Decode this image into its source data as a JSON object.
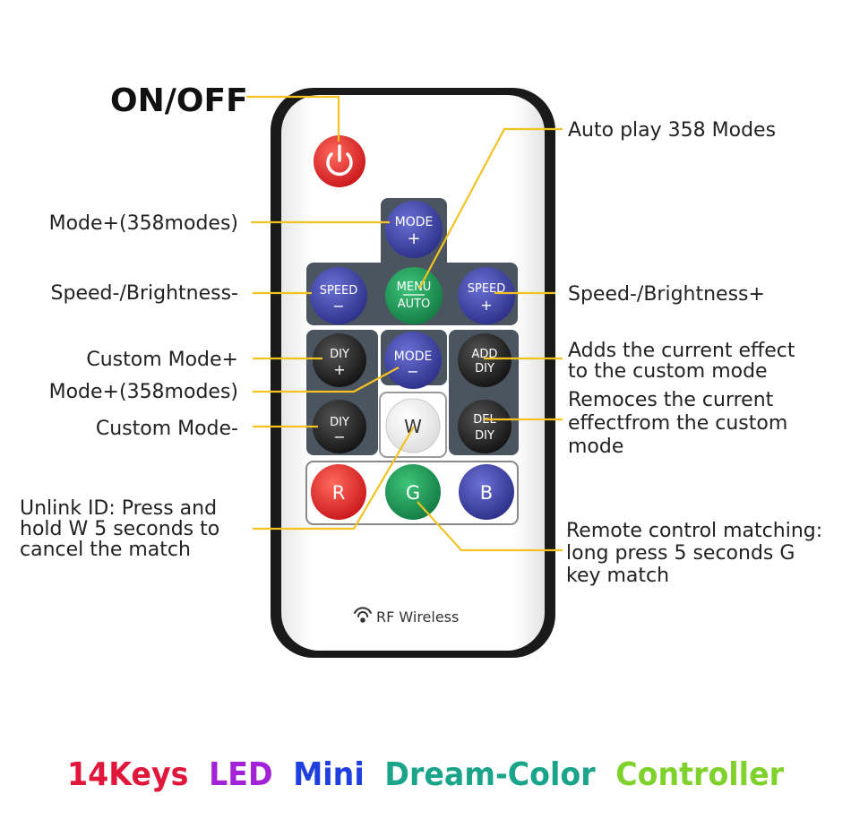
{
  "power_label": "ON/OFF",
  "annotations": {
    "mode_plus": "Mode+(358modes)",
    "speed_minus": "Speed-/Brightness-",
    "custom_mode_plus": "Custom Mode+",
    "mode_minus": "Mode+(358modes)",
    "custom_mode_minus": "Custom Mode-",
    "unlink_1": "Unlink ID: Press and",
    "unlink_2": "hold W 5 seconds to",
    "unlink_3": "cancel the match",
    "auto_play": "Auto play 358 Modes",
    "speed_plus": "Speed-/Brightness+",
    "add_1": "Adds the current effect",
    "add_2": "to the custom mode",
    "remove_1": "Remoces the current",
    "remove_2": "effectfrom the custom",
    "remove_3": "mode",
    "match_1": "Remote control matching:",
    "match_2": "long press 5 seconds G",
    "match_3": "key match"
  },
  "keys": {
    "mode_plus_top": "MODE",
    "mode_plus_bottom": "+",
    "speed_minus_top": "SPEED",
    "speed_minus_bottom": "−",
    "menu_top": "MENU",
    "menu_bottom": "AUTO",
    "speed_plus_top": "SPEED",
    "speed_plus_bottom": "+",
    "diy_plus_top": "DIY",
    "diy_plus_bottom": "+",
    "mode_minus_top": "MODE",
    "mode_minus_bottom": "−",
    "add_top": "ADD",
    "add_bottom": "DIY",
    "diy_minus_top": "DIY",
    "diy_minus_bottom": "−",
    "w": "W",
    "del_top": "DEL",
    "del_bottom": "DIY",
    "r": "R",
    "g": "G",
    "b": "B"
  },
  "rf_label": "RF Wireless",
  "title": {
    "parts": [
      "14Keys",
      "LED",
      "Mini",
      "Dream-Color",
      "Controller"
    ],
    "colors": [
      "#e0163b",
      "#a321d6",
      "#1f3fe0",
      "#1aa58a",
      "#7fd12c"
    ]
  },
  "colors": {
    "accent_line": "#f4c322",
    "power": "#e02020",
    "blue_key": "#3b3f9c",
    "green_key": "#1d9a55",
    "dark_key": "#1e1e1e",
    "red_key": "#e02b2b",
    "panel": "#4b5560"
  },
  "icons": [
    "power-icon",
    "wifi-icon"
  ]
}
